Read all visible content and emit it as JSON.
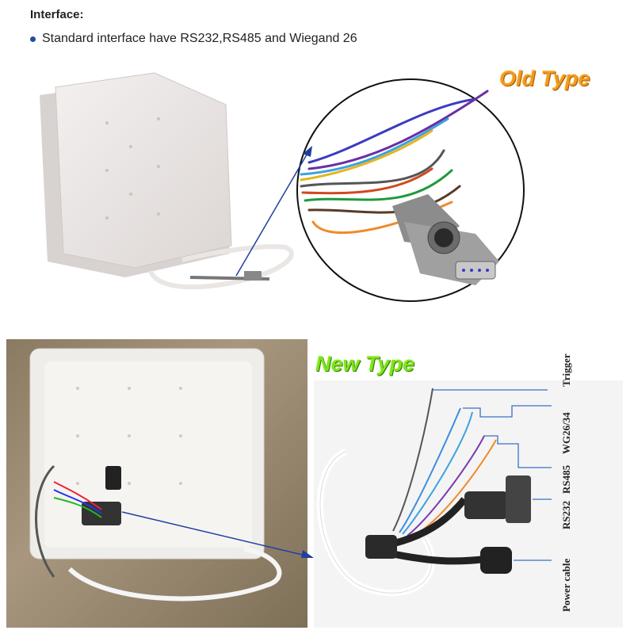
{
  "header": {
    "title": "Interface:",
    "bullet": "Standard interface have RS232,RS485 and Wiegand 26"
  },
  "labels": {
    "old_type": "Old Type",
    "new_type": "New Type"
  },
  "cable_labels": {
    "trigger": "Trigger",
    "wg": "WG26/34",
    "rs485": "RS485",
    "rs232": "RS232",
    "power": "Power cable"
  },
  "colors": {
    "old_type": "#f39a1e",
    "new_type": "#7ee41e",
    "arrow": "#1f3fa0",
    "bullet": "#1f4e9c"
  }
}
